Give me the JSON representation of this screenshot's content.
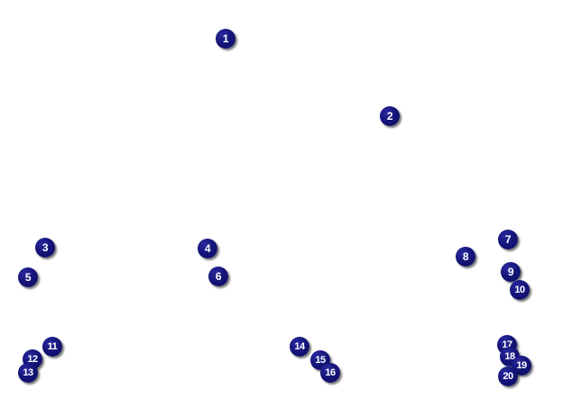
{
  "markers": [
    {
      "label": "1"
    },
    {
      "label": "2"
    },
    {
      "label": "3"
    },
    {
      "label": "4"
    },
    {
      "label": "5"
    },
    {
      "label": "6"
    },
    {
      "label": "7"
    },
    {
      "label": "8"
    },
    {
      "label": "9"
    },
    {
      "label": "10"
    },
    {
      "label": "11"
    },
    {
      "label": "12"
    },
    {
      "label": "13"
    },
    {
      "label": "14"
    },
    {
      "label": "15"
    },
    {
      "label": "16"
    },
    {
      "label": "17"
    },
    {
      "label": "18"
    },
    {
      "label": "19"
    },
    {
      "label": "20"
    }
  ],
  "colors": {
    "background": "#ffffff",
    "marker_fill": "#15157a",
    "marker_text": "#ffffff"
  }
}
